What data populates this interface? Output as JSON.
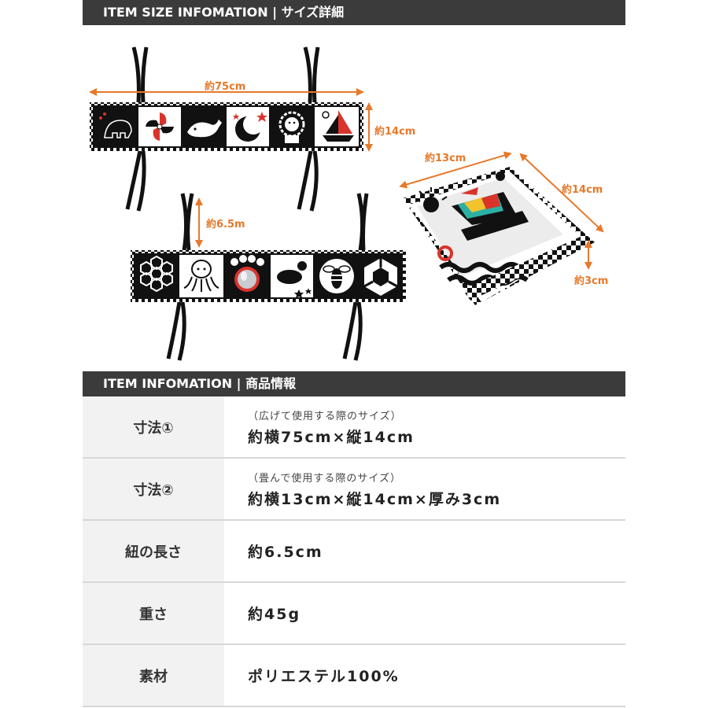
{
  "header1": "ITEM SIZE INFOMATION | サイズ詳細",
  "header2": "ITEM INFOMATION | 商品情報",
  "dimensions": {
    "width_long": "約75cm",
    "height_long": "約14cm",
    "string": "約6.5m",
    "folded_width": "約13cm",
    "folded_height": "約14cm",
    "folded_depth": "約3cm"
  },
  "rows": [
    {
      "key": "寸法①",
      "sub": "（広げて使用する際のサイズ）",
      "value": "約横75cm×縦14cm"
    },
    {
      "key": "寸法②",
      "sub": "（畳んで使用する際のサイズ）",
      "value": "約横13cm×縦14cm×厚み3cm"
    },
    {
      "key": "紐の長さ",
      "sub": "",
      "value": "約6.5cm"
    },
    {
      "key": "重さ",
      "sub": "",
      "value": "約45g"
    },
    {
      "key": "素材",
      "sub": "",
      "value": "ポリエステル100%"
    }
  ],
  "colors": {
    "accent": "#e6792b",
    "header_bg": "#3b3b3b",
    "key_bg": "#f2f2f2",
    "fabric_red": "#d8342c"
  },
  "icons": {
    "top_strip": [
      "elephant-icon",
      "pinwheel-icon",
      "whale-icon",
      "moon-stars-icon",
      "lion-icon",
      "sailboat-icon"
    ],
    "bottom_strip": [
      "hexagon-flower-icon",
      "octopus-icon",
      "paw-mirror-icon",
      "turtle-icon",
      "bee-icon",
      "hexagon-cube-icon"
    ]
  }
}
